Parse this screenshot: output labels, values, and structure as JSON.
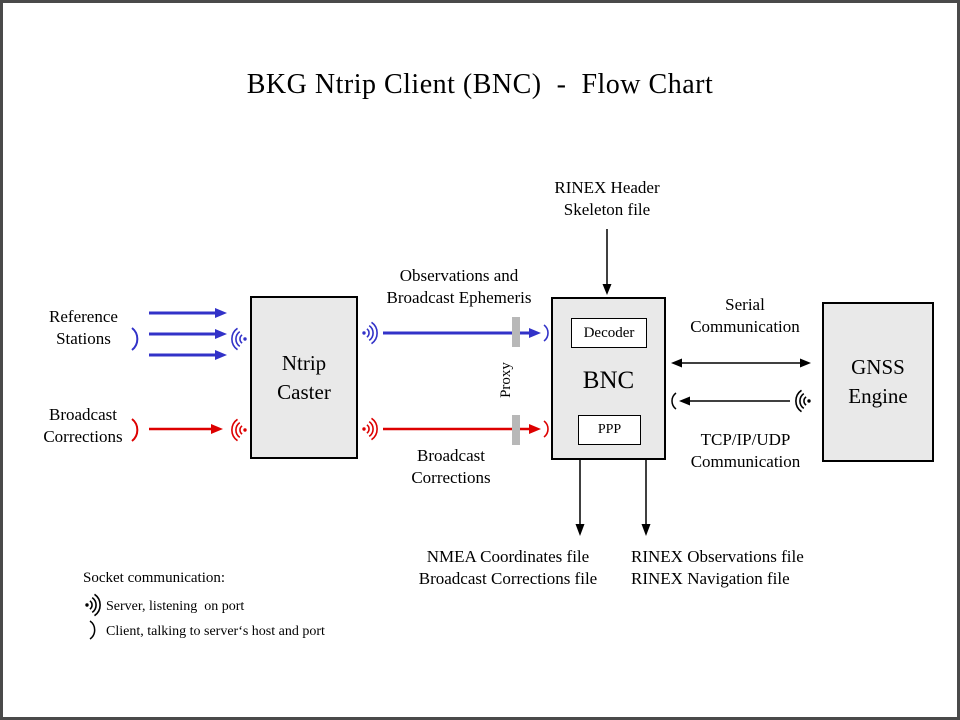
{
  "title": "BKG Ntrip Client (BNC)  -  Flow Chart",
  "colors": {
    "arrow_blue": "#3232c8",
    "arrow_red": "#dd0000",
    "arrow_black": "#000000",
    "node_fill": "#e9e9e9",
    "proxy_bar": "#b8b8b8",
    "frame": "#4a4a4a"
  },
  "nodes": {
    "ntrip_caster": "Ntrip\nCaster",
    "bnc": "BNC",
    "decoder": "Decoder",
    "ppp": "PPP",
    "gnss_engine": "GNSS\nEngine"
  },
  "labels": {
    "reference_stations": "Reference\nStations",
    "broadcast_corrections_left": "Broadcast\nCorrections",
    "observations_ephemeris": "Observations and\nBroadcast Ephemeris",
    "broadcast_corrections_mid": "Broadcast\nCorrections",
    "rinex_header_skeleton": "RINEX Header\nSkeleton file",
    "serial_communication": "Serial\nCommunication",
    "tcpip_udp_communication": "TCP/IP/UDP\nCommunication",
    "proxy": "Proxy",
    "nmea_output": "NMEA Coordinates file\nBroadcast Corrections file",
    "rinex_output": "RINEX Observations file\nRINEX Navigation file"
  },
  "legend": {
    "heading": "Socket communication:",
    "server_entry": "Server, listening  on port",
    "client_entry": "Client, talking to server‘s host and port"
  }
}
